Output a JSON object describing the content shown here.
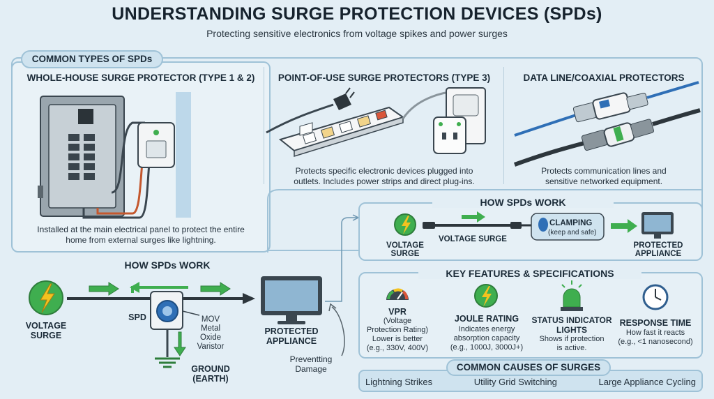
{
  "title": "UNDERSTANDING SURGE PROTECTION DEVICES (SPDs)",
  "subtitle": "Protecting sensitive electronics from voltage spikes and power surges",
  "types": {
    "heading": "COMMON TYPES OF SPDs",
    "whole_house": {
      "title": "WHOLE-HOUSE SURGE PROTECTOR (TYPE 1 & 2)",
      "desc_line1": "Installed at the main electrical panel to protect the entire",
      "desc_line2": "home from external surges like lightning."
    },
    "point_of_use": {
      "title": "POINT-OF-USE SURGE PROTECTORS (TYPE 3)",
      "desc_line1": "Protects specific electronic devices plugged into",
      "desc_line2": "outlets. Includes power strips and direct plug-ins."
    },
    "data_line": {
      "title": "DATA LINE/COAXIAL PROTECTORS",
      "desc_line1": "Protects communication lines and",
      "desc_line2": "sensitive networked equipment."
    }
  },
  "how_left": {
    "heading": "HOW SPDs WORK",
    "voltage_line1": "VOLTAGE",
    "voltage_line2": "SURGE",
    "spd": "SPD",
    "mov_line1": "MOV",
    "mov_line2": "Metal",
    "mov_line3": "Oxide",
    "mov_line4": "Varistor",
    "ground_line1": "GROUND",
    "ground_line2": "(EARTH)",
    "protected_line1": "PROTECTED",
    "protected_line2": "APPLIANCE",
    "preventing_line1": "Preventting",
    "preventing_line2": "Damage"
  },
  "how_right": {
    "heading": "HOW SPDs WORK",
    "voltage_line1": "VOLTAGE",
    "voltage_line2": "SURGE",
    "voltage_surge": "VOLTAGE SURGE",
    "clamping": "CLAMPING",
    "clamping_sub": "(keep and safe)",
    "protected_line1": "PROTECTED",
    "protected_line2": "APPLIANCE"
  },
  "features": {
    "heading": "KEY FEATURES & SPECIFICATIONS",
    "vpr": {
      "title": "VPR",
      "l1": "(Voltage",
      "l2": "Protection Rating)",
      "l3": "Lower is better",
      "l4": "(e.g., 330V, 400V)"
    },
    "joule": {
      "title": "JOULE RATING",
      "l1": "Indicates energy",
      "l2": "absorption capacity",
      "l3": "(e.g., 1000J, 3000J+)"
    },
    "status": {
      "title1": "STATUS INDICATOR",
      "title2": "LIGHTS",
      "l1": "Shows if protection",
      "l2": "is active."
    },
    "response": {
      "title": "RESPONSE TIME",
      "l1": "How fast it reacts",
      "l2": "(e.g., <1 nanosecond)"
    }
  },
  "causes": {
    "heading": "COMMON CAUSES OF SURGES",
    "items": [
      "Lightning Strikes",
      "Utility Grid Switching",
      "Large Appliance Cycling"
    ]
  },
  "colors": {
    "arrow_green": "#3fae4f",
    "surge_yellow": "#f4c21f",
    "panel_border": "#9fc2d7",
    "mov_blue": "#2f6fb6"
  }
}
